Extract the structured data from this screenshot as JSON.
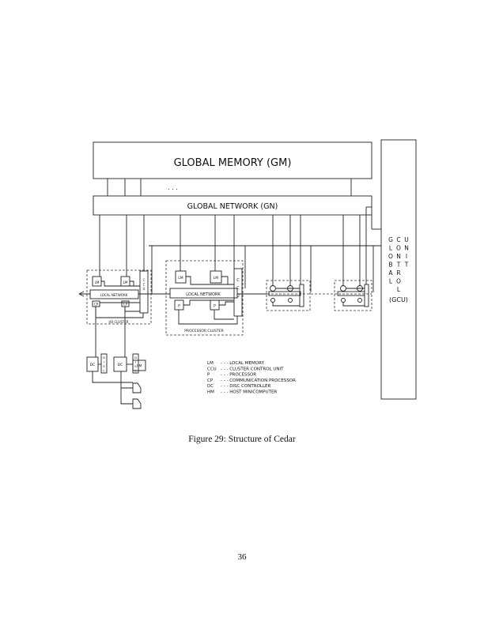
{
  "diagram": {
    "global_memory": "GLOBAL  MEMORY  (GM)",
    "global_network": "GLOBAL  NETWORK  (GN)",
    "gcu_columns": [
      [
        "G",
        "L",
        "O",
        "B",
        "A",
        "L"
      ],
      [
        "C",
        "O",
        "N",
        "T",
        "R",
        "O",
        "L"
      ],
      [
        "U",
        "N",
        "I",
        "T"
      ]
    ],
    "gcu_abbrev": "(GCU)",
    "io_cluster": {
      "label": "I/O CLUSTER",
      "lm": "LM",
      "local_network": "LOCAL NETWORK",
      "cp": "CP",
      "ccu": [
        "C",
        "C",
        "U"
      ]
    },
    "processor_cluster": {
      "label": "PROCESSOR CLUSTER",
      "lm": "LM",
      "local_network": "LOCAL NETWORK",
      "p": "P",
      "ccu": [
        "C",
        "C",
        "U"
      ]
    },
    "dc": "DC",
    "disc": [
      "D",
      "I",
      "S",
      "C"
    ],
    "hm": "HM",
    "ellipsis": ". . ."
  },
  "legend": [
    {
      "abbr": "LM",
      "desc": "- - - LOCAL MEMORY"
    },
    {
      "abbr": "CCU",
      "desc": "- - - CLUSTER CONTROL UNIT"
    },
    {
      "abbr": "P",
      "desc": "- - - PROCESSOR"
    },
    {
      "abbr": "CP",
      "desc": "- - - COMMUNICATION PROCESSOR"
    },
    {
      "abbr": "DC",
      "desc": "- - - DISC CONTROLLER"
    },
    {
      "abbr": "HM",
      "desc": "- - - HOST MINICOMPUTER"
    }
  ],
  "caption": "Figure 29: Structure of Cedar",
  "page_number": "36"
}
